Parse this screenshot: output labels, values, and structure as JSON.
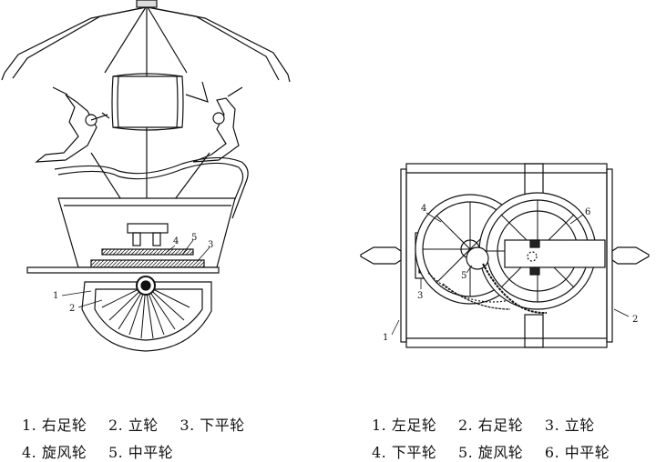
{
  "left_figure": {
    "callouts": [
      "1",
      "2",
      "3",
      "4",
      "5"
    ],
    "legend_row1": [
      "1. 右足轮",
      "2. 立轮",
      "3. 下平轮"
    ],
    "legend_row2": [
      "4. 旋风轮",
      "5. 中平轮"
    ]
  },
  "right_figure": {
    "callouts": [
      "1",
      "2",
      "3",
      "4",
      "5",
      "6"
    ],
    "legend_row1": [
      "1. 左足轮",
      "2. 右足轮",
      "3. 立轮"
    ],
    "legend_row2": [
      "4. 下平轮",
      "5. 旋风轮",
      "6. 中平轮"
    ]
  }
}
